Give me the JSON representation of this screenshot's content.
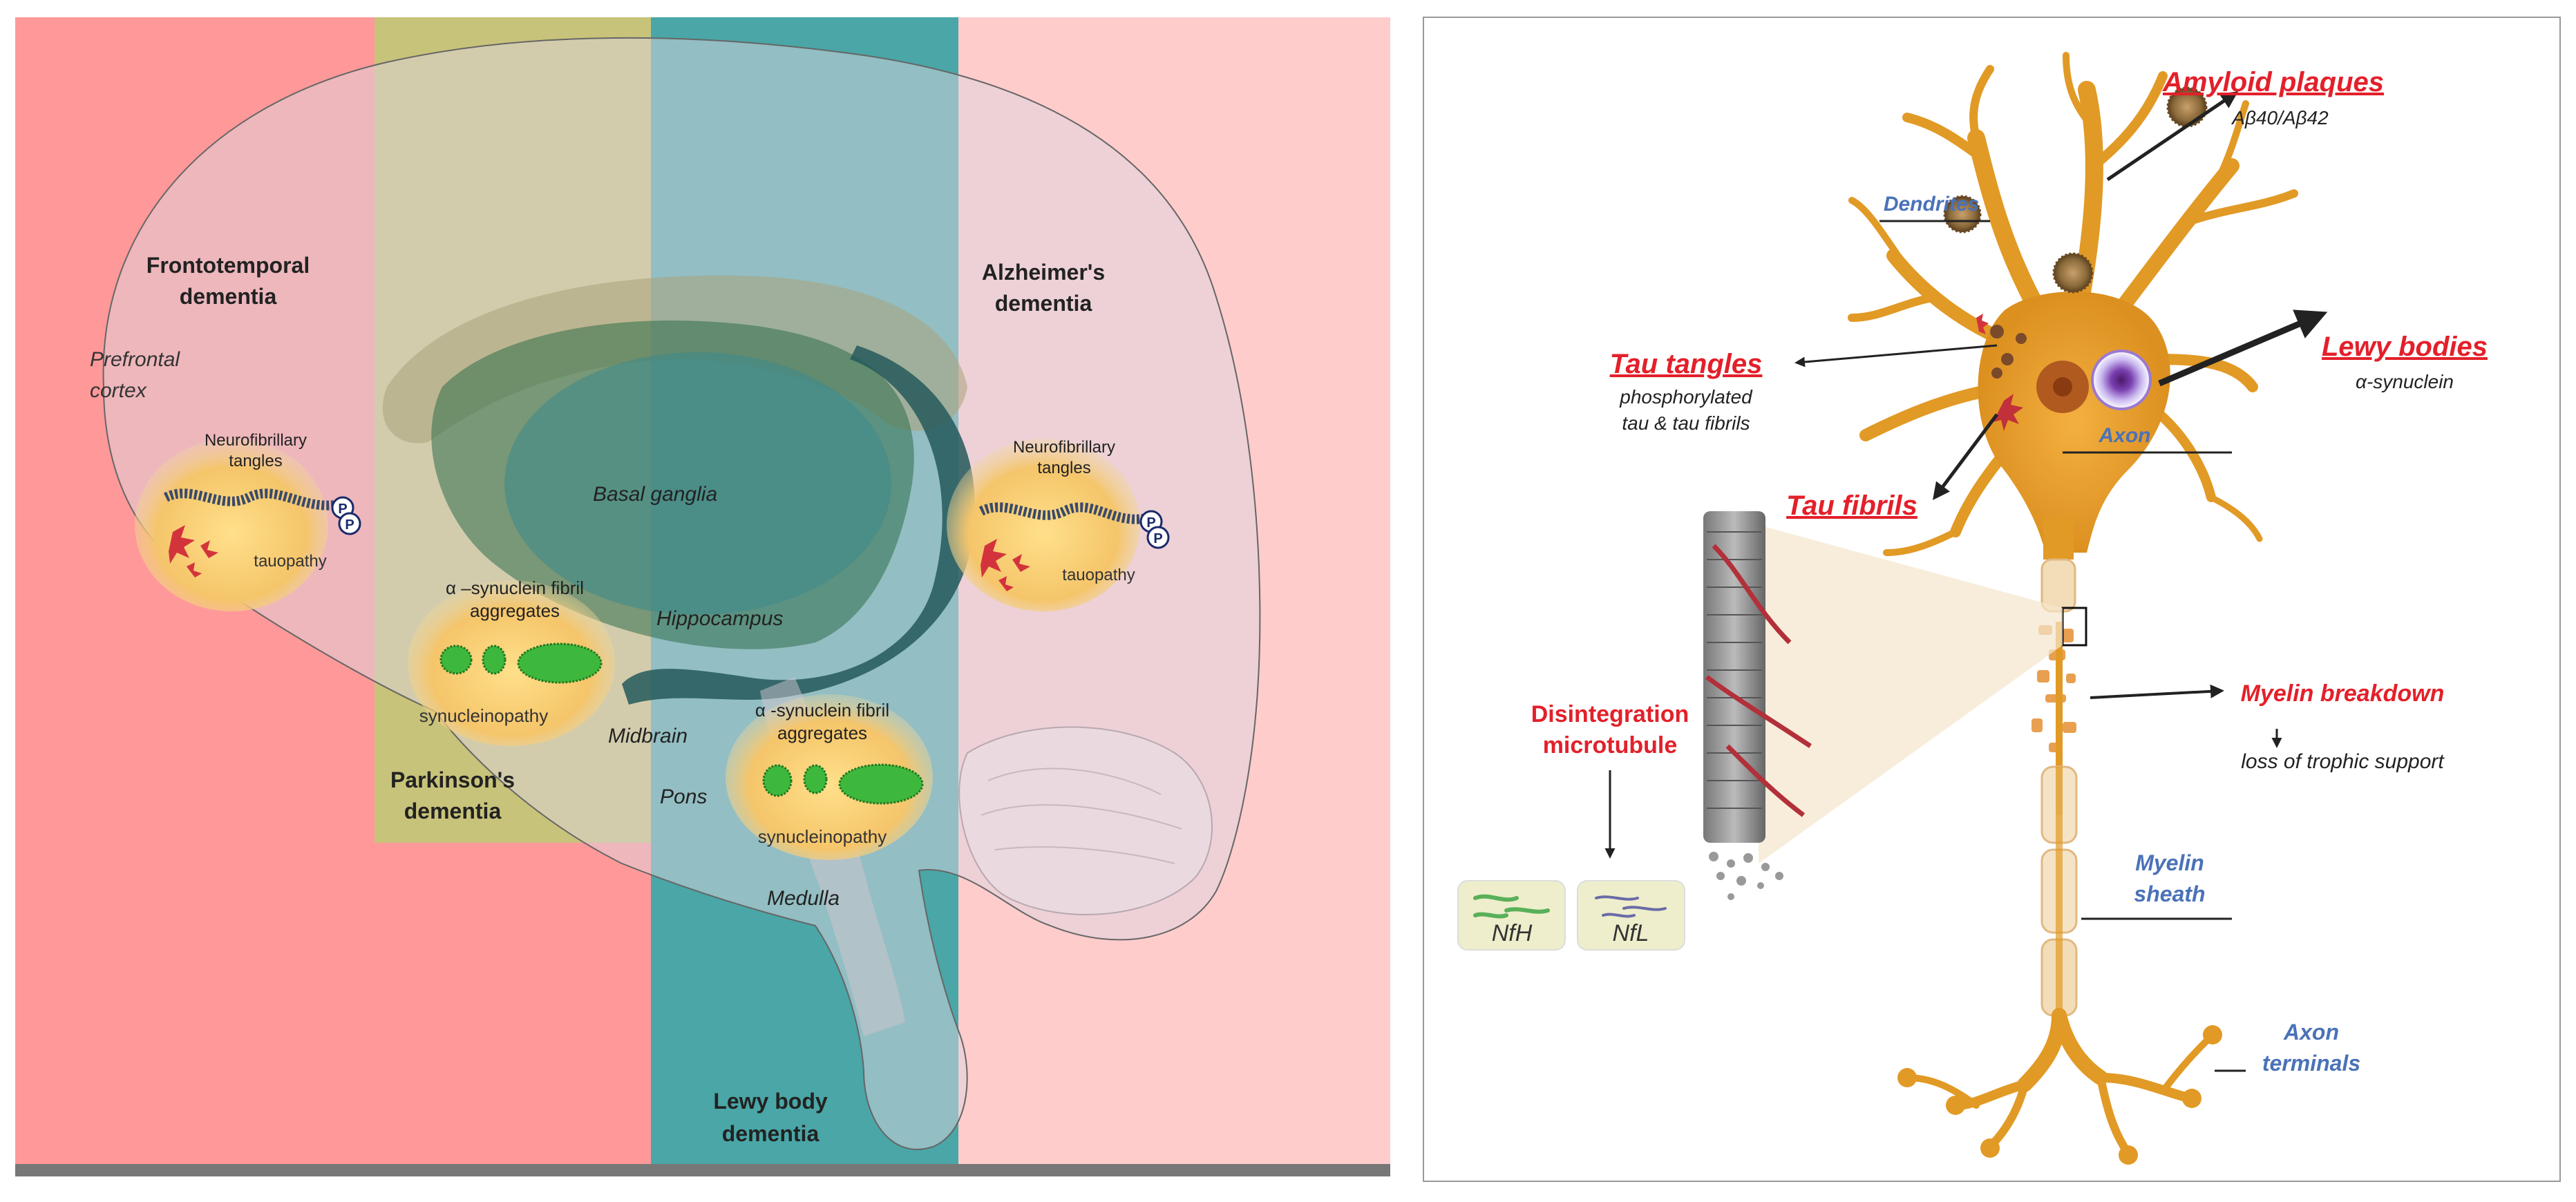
{
  "brain": {
    "regions": {
      "frontotemporal": {
        "line1": "Frontotemporal",
        "line2": "dementia"
      },
      "parkinsons": {
        "line1": "Parkinson's",
        "line2": "dementia"
      },
      "lewy": {
        "line1": "Lewy body",
        "line2": "dementia"
      },
      "alzheimers": {
        "line1": "Alzheimer's",
        "line2": "dementia"
      }
    },
    "anatomy": {
      "prefrontal1": "Prefrontal",
      "prefrontal2": "cortex",
      "basal_ganglia": "Basal ganglia",
      "hippocampus": "Hippocampus",
      "midbrain": "Midbrain",
      "pons": "Pons",
      "medulla": "Medulla"
    },
    "insets": {
      "tau_left": {
        "title1": "Neurofibrillary",
        "title2": "tangles",
        "caption": "tauopathy"
      },
      "tau_right": {
        "title1": "Neurofibrillary",
        "title2": "tangles",
        "caption": "tauopathy"
      },
      "syn_left": {
        "title1": "α –synuclein fibril",
        "title2": "aggregates",
        "caption": "synucleinopathy"
      },
      "syn_right": {
        "title1": "α -synuclein fibril",
        "title2": "aggregates",
        "caption": "synucleinopathy"
      }
    },
    "p_mark": "P",
    "colors": {
      "frontotemporal": "#ff9999",
      "parkinsons": "#c8c37a",
      "lewy": "#4aa6a7",
      "alzheimers": "#ffcccc",
      "brain": "#dcd6df"
    }
  },
  "neuron": {
    "amyloid": {
      "title": "Amyloid plaques",
      "sub": "Aβ40/Aβ42"
    },
    "dendrites": "Dendrites",
    "tau_tangles": {
      "title": "Tau tangles",
      "sub1": "phosphorylated",
      "sub2": "tau & tau fibrils"
    },
    "lewy": {
      "title": "Lewy bodies",
      "sub": "α-synuclein"
    },
    "axon": "Axon",
    "tau_fibrils": "Tau fibrils",
    "disintegration": {
      "line1": "Disintegration",
      "line2": "microtubule"
    },
    "myelin_breakdown": {
      "title": "Myelin breakdown",
      "sub": "loss of trophic support"
    },
    "myelin_sheath": {
      "line1": "Myelin",
      "line2": "sheath"
    },
    "axon_terminals": {
      "line1": "Axon",
      "line2": "terminals"
    },
    "nfh": "NfH",
    "nfl": "NfL",
    "colors": {
      "neuron": "#e19a25",
      "red_label": "#e3202a",
      "blue_label": "#4a72b8"
    }
  }
}
